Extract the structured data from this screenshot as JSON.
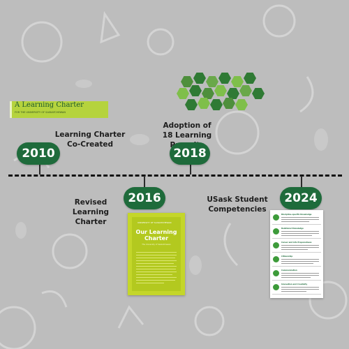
{
  "colors": {
    "background": "#bdbdbd",
    "pill": "#1e6b3b",
    "pill_text": "#ffffff",
    "caption_text": "#1d1d1d",
    "timeline": "#111111",
    "charter_green": "#b5d33d",
    "hex_dark": "#2f7a34",
    "hex_light": "#7fbf4a",
    "poster_green": "#c4d62a"
  },
  "milestones": [
    {
      "year": "2010",
      "caption": "Learning Charter\nCo-Created",
      "icon": "charter-banner-thumbnail"
    },
    {
      "year": "2018",
      "caption": "Adoption of\n18 Learning Pursuits",
      "icon": "hexagon-cluster-thumbnail"
    },
    {
      "year": "2016",
      "caption": "Revised\nLearning Charter",
      "icon": "charter-poster-thumbnail"
    },
    {
      "year": "2024",
      "caption": "USask Student\nCompetencies",
      "icon": "competencies-document-thumbnail"
    }
  ],
  "charter_banner": {
    "title": "A Learning Charter",
    "subtitle": "FOR THE UNIVERSITY OF SASKATCHEWAN"
  },
  "poster": {
    "logo": "UNIVERSITY OF SASKATCHEWAN",
    "title": "Our Learning\nCharter",
    "subtitle": "The University of Saskatchewan"
  },
  "competencies_doc": {
    "rows": [
      "Discipline-specific Knowledge",
      "Relational Knowledge",
      "Career and Life Preparedness",
      "Citizenship",
      "Communication",
      "Innovation and Creativity"
    ]
  }
}
